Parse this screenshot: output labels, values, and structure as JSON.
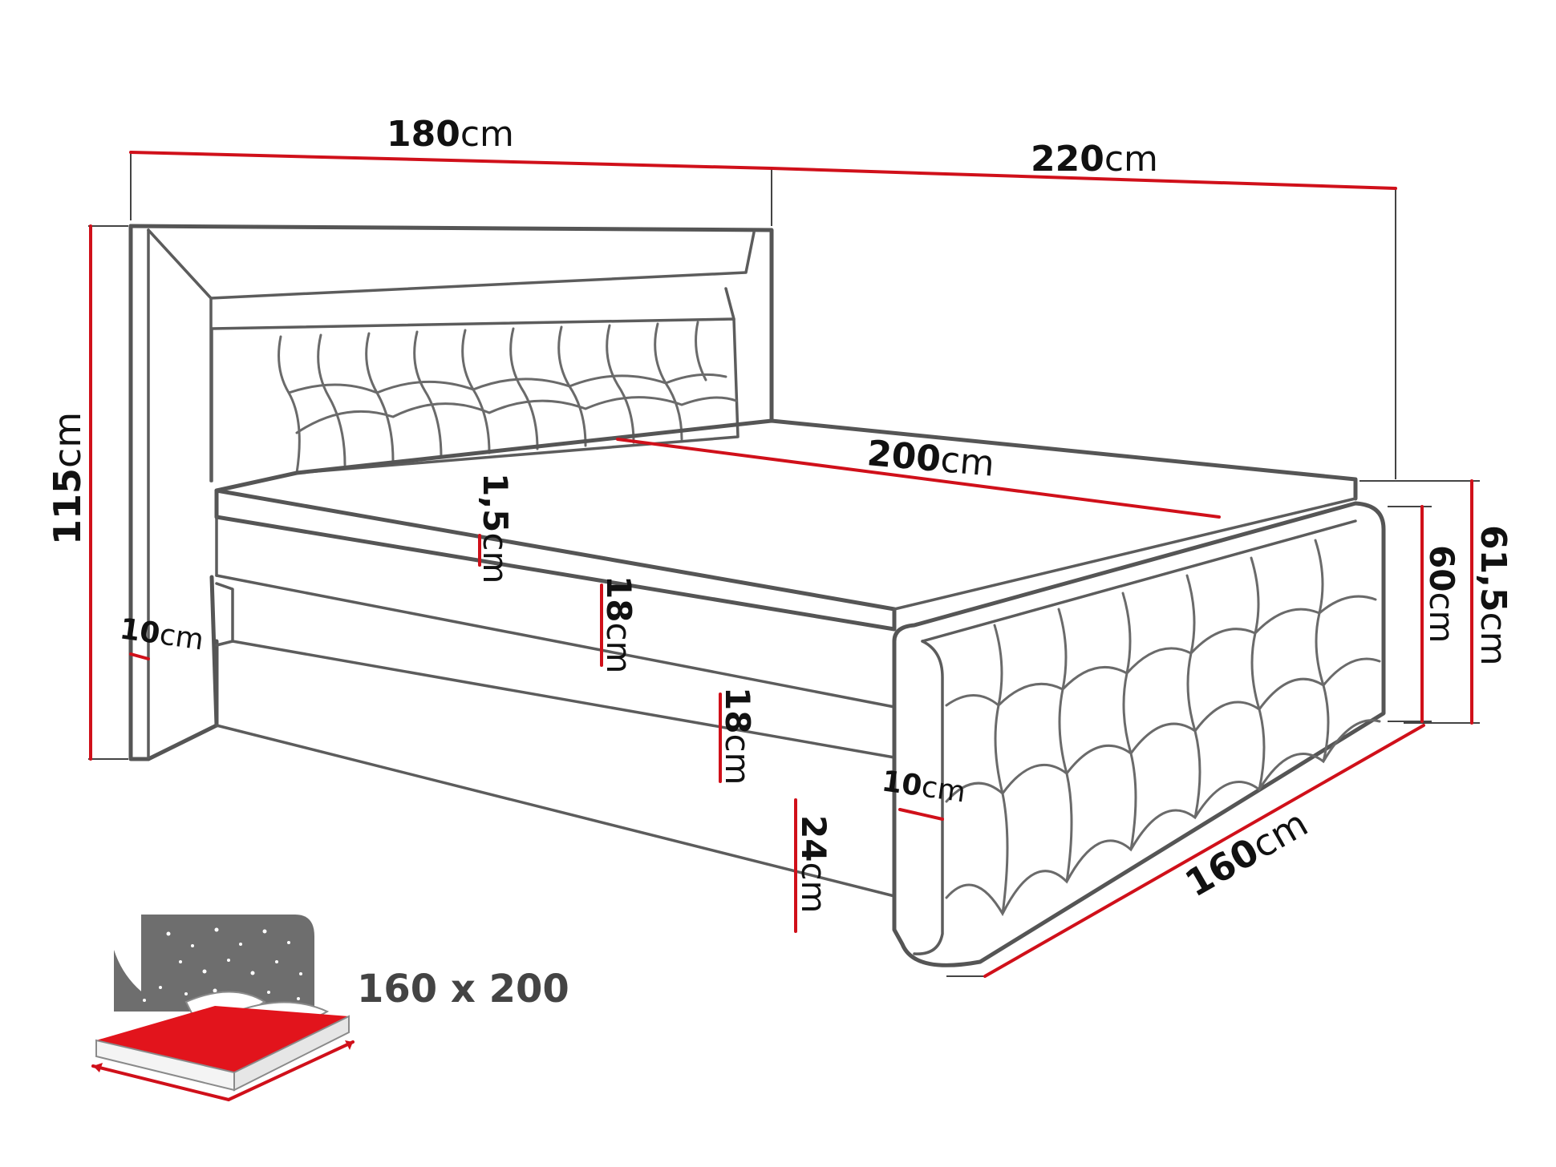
{
  "dimensions": {
    "total_width": {
      "value": "180",
      "unit": "cm"
    },
    "total_length": {
      "value": "220",
      "unit": "cm"
    },
    "headboard_height": {
      "value": "115",
      "unit": "cm"
    },
    "mattress_length": {
      "value": "200",
      "unit": "cm"
    },
    "topper_thickness": {
      "value": "1,5",
      "unit": "cm"
    },
    "mattress_thickness": {
      "value": "18",
      "unit": "cm"
    },
    "box_spring_thickness": {
      "value": "18",
      "unit": "cm"
    },
    "base_height": {
      "value": "24",
      "unit": "cm"
    },
    "headboard_side_width": {
      "value": "10",
      "unit": "cm"
    },
    "footboard_thickness": {
      "value": "10",
      "unit": "cm"
    },
    "footboard_height": {
      "value": "60",
      "unit": "cm"
    },
    "total_height": {
      "value": "61,5",
      "unit": "cm"
    },
    "mattress_width": {
      "value": "160",
      "unit": "cm"
    }
  },
  "mattress_size_label": "160 x 200",
  "colors": {
    "dimension_line": "#d0101a",
    "outline": "#555555",
    "icon_panel": "#6e6e6e",
    "icon_mattress": "#e2141c"
  },
  "icons": {
    "bed_size_icon": "bed-with-starry-headboard-icon"
  }
}
